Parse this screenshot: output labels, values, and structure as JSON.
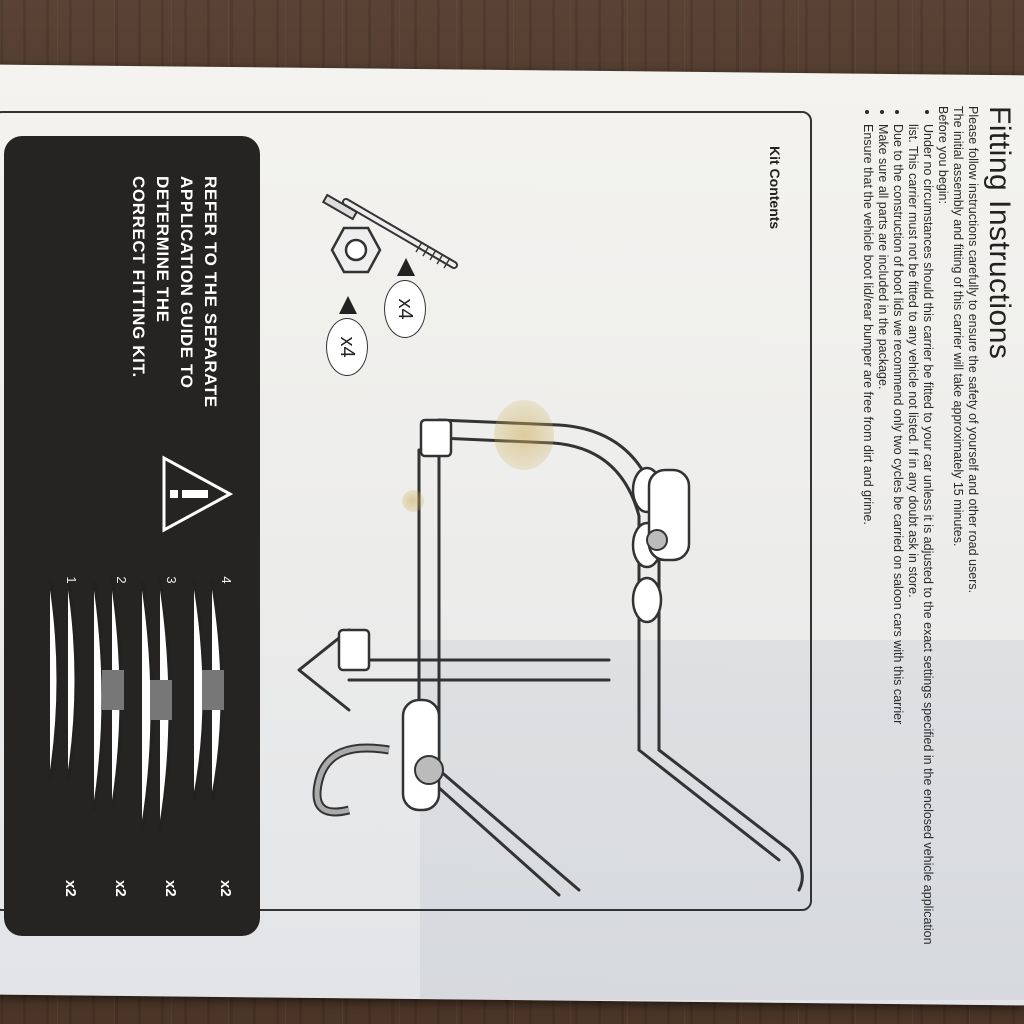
{
  "document": {
    "title": "Fitting Instructions",
    "intro": [
      "Please follow instructions carefully to ensure the safety of yourself and other road users.",
      "The initial assembly and fitting of this carrier will take approximately 15 minutes.",
      "Before you begin:"
    ],
    "bullets": [
      "Under no circumstances should this carrier be fitted to your car unless it is adjusted to the exact settings specified in the enclosed vehicle application list. This carrier must not be fitted to any vehicle not listed. If in any doubt ask in store.",
      "Due to the construction of boot lids we recommend only two cycles be carried on saloon cars with this carrier",
      "Make sure all parts are included in the package.",
      "Ensure that the vehicle boot lid/rear bumper are free from dirt and grime."
    ]
  },
  "kit": {
    "title": "Kit Contents",
    "bolt_qty": "x4",
    "nut_qty": "x4"
  },
  "notice": {
    "lines": [
      "REFER TO THE SEPARATE",
      "APPLICATION GUIDE TO",
      "DETERMINE THE",
      "CORRECT FITTING KIT."
    ]
  },
  "straps": [
    {
      "number": "4",
      "qty": "x2"
    },
    {
      "number": "3",
      "qty": "x2"
    },
    {
      "number": "2",
      "qty": "x2"
    },
    {
      "number": "1",
      "qty": "x2"
    }
  ]
}
